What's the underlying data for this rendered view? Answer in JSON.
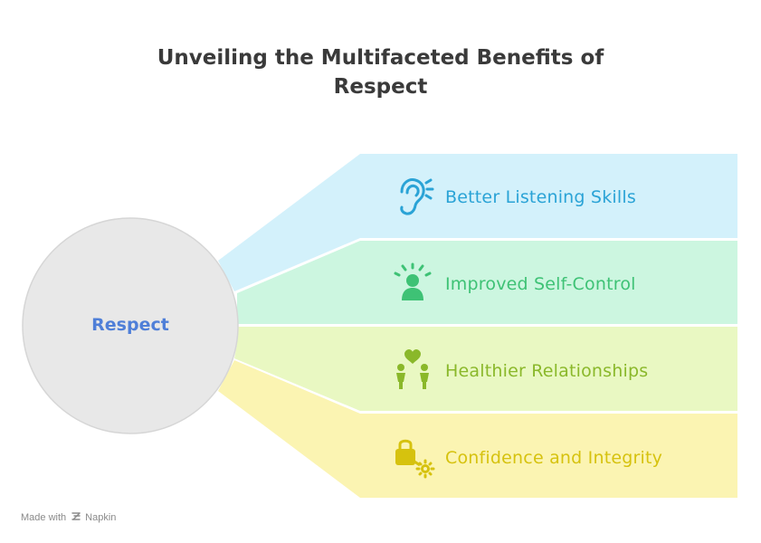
{
  "title": {
    "line1": "Unveiling the Multifaceted Benefits of",
    "line2": "Respect"
  },
  "center": {
    "label": "Respect",
    "color": "#4f7fd8"
  },
  "branches": [
    {
      "label": "Better Listening Skills",
      "color": "#2aa3d6",
      "bg": "#d3f1fb",
      "icon": "ear-icon"
    },
    {
      "label": "Improved Self-Control",
      "color": "#3ec275",
      "bg": "#ccf6e0",
      "icon": "calm-person-icon"
    },
    {
      "label": "Healthier Relationships",
      "color": "#8ab82a",
      "bg": "#e9f8c2",
      "icon": "couple-heart-icon"
    },
    {
      "label": "Confidence and Integrity",
      "color": "#d6c20e",
      "bg": "#fbf4b2",
      "icon": "lock-gear-icon"
    }
  ],
  "footer": {
    "made_with": "Made with",
    "brand": "Napkin"
  }
}
